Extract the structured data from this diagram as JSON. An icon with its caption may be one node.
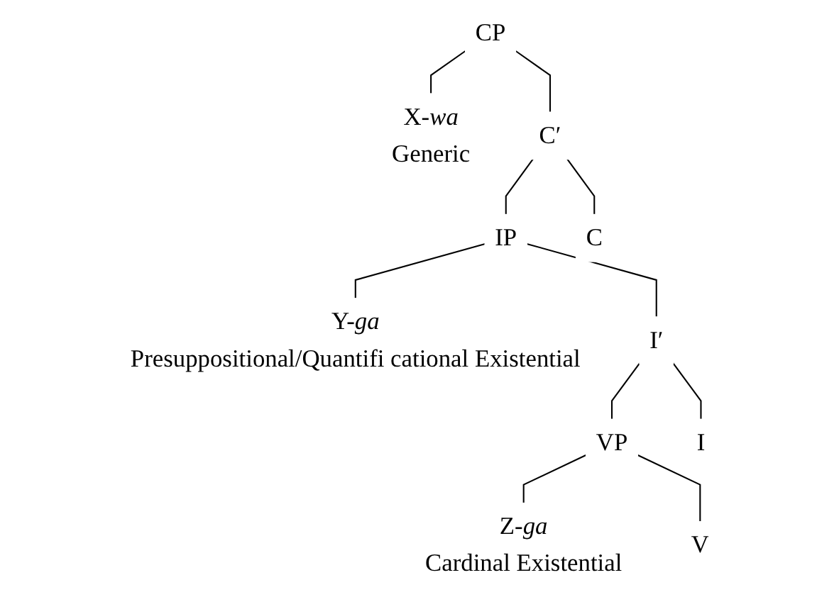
{
  "diagram": {
    "nodes": [
      {
        "text": [
          "CP"
        ]
      },
      {
        "text": [
          "X-*wa*",
          "Generic"
        ]
      },
      {
        "text": [
          "C′"
        ]
      },
      {
        "text": [
          "IP"
        ]
      },
      {
        "text": [
          "C"
        ]
      },
      {
        "text": [
          "Y-*ga*",
          "Presuppositional/Quantifi cational Existential"
        ]
      },
      {
        "text": [
          "I′"
        ]
      },
      {
        "text": [
          "VP"
        ]
      },
      {
        "text": [
          "I"
        ]
      },
      {
        "text": [
          "Z-*ga*",
          "Cardinal Existential"
        ]
      },
      {
        "text": [
          "V"
        ]
      }
    ],
    "edges": [
      {
        "from": 0,
        "to": 1,
        "arrow": "none"
      },
      {
        "from": 0,
        "to": 2,
        "arrow": "none"
      },
      {
        "from": 2,
        "to": 3,
        "arrow": "none"
      },
      {
        "from": 2,
        "to": 4,
        "arrow": "none"
      },
      {
        "from": 3,
        "to": 5,
        "arrow": "none"
      },
      {
        "from": 3,
        "to": 6,
        "arrow": "none"
      },
      {
        "from": 6,
        "to": 7,
        "arrow": "none"
      },
      {
        "from": 6,
        "to": 8,
        "arrow": "none"
      },
      {
        "from": 7,
        "to": 9,
        "arrow": "none"
      },
      {
        "from": 7,
        "to": 10,
        "arrow": "none"
      }
    ]
  }
}
